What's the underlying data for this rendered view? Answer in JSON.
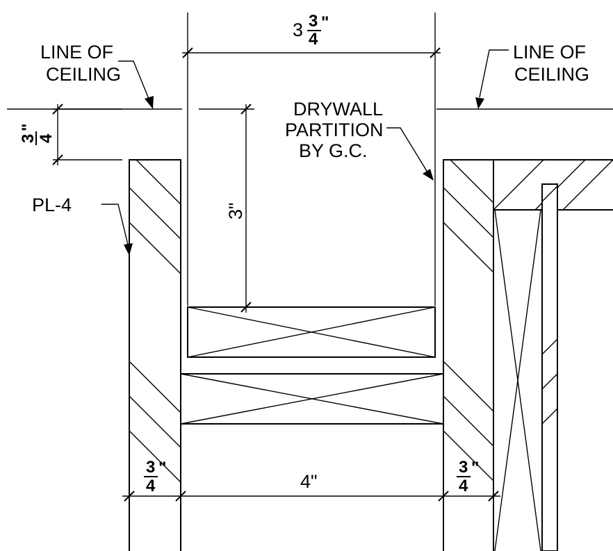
{
  "labels": {
    "line_of_ceiling_left": [
      "LINE OF",
      "CEILING"
    ],
    "line_of_ceiling_right": [
      "LINE OF",
      "CEILING"
    ],
    "drywall_note": [
      "DRYWALL",
      "PARTITION",
      "BY G.C."
    ],
    "panel_tag": "PL-4"
  },
  "dimensions": {
    "top_width": {
      "whole": "3",
      "num": "3",
      "den": "4",
      "inch": "\""
    },
    "ceiling_offset": {
      "num": "3",
      "den": "4",
      "inch": "\""
    },
    "reveal_height": "3\"",
    "left_panel": {
      "num": "3",
      "den": "4",
      "inch": "\""
    },
    "opening_width": "4\"",
    "right_panel": {
      "num": "3",
      "den": "4",
      "inch": "\""
    }
  }
}
